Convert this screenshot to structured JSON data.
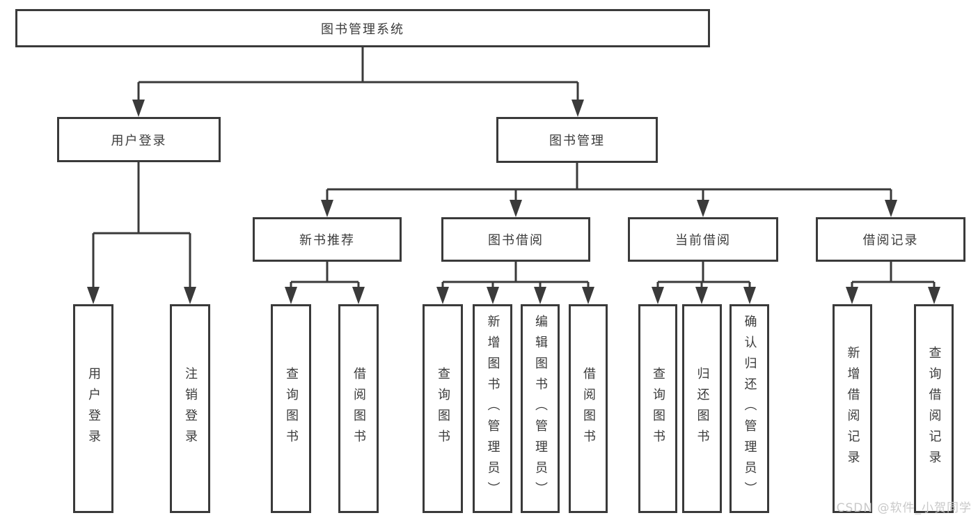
{
  "diagram": {
    "type": "hierarchy-tree",
    "title": "图书管理系统",
    "hierarchy_note": "root > [用户登录, 图书管理]; 用户登录 > [用户登录, 注销登录]; 图书管理 > [新书推荐, 图书借阅, 当前借阅, 借阅记录]",
    "colors": {
      "line": "#3a3a3a",
      "box_border": "#3a3a3a",
      "text": "#3b3b3b",
      "background": "#ffffff",
      "watermark": "#c9c9c9"
    }
  },
  "nodes": {
    "root": "图书管理系统",
    "user_login": "用户登录",
    "book_management": "图书管理",
    "new_book_recommend": "新书推荐",
    "book_borrowing": "图书借阅",
    "current_borrowing": "当前借阅",
    "borrowing_records": "借阅记录",
    "leaf_user_login": "用户登录",
    "leaf_logout": "注销登录",
    "leaf_query_books_1": "查询图书",
    "leaf_borrow_books_1": "借阅图书",
    "leaf_query_books_2": "查询图书",
    "leaf_add_book_admin": "新增图书（管理员）",
    "leaf_edit_book_admin": "编辑图书（管理员）",
    "leaf_borrow_books_2": "借阅图书",
    "leaf_query_books_3": "查询图书",
    "leaf_return_books": "归还图书",
    "leaf_confirm_return_admin": "确认归还（管理员）",
    "leaf_add_borrow_record": "新增借阅记录",
    "leaf_query_borrow_record": "查询借阅记录"
  },
  "watermark": {
    "text": "CSDN @软件_小贺同学"
  }
}
